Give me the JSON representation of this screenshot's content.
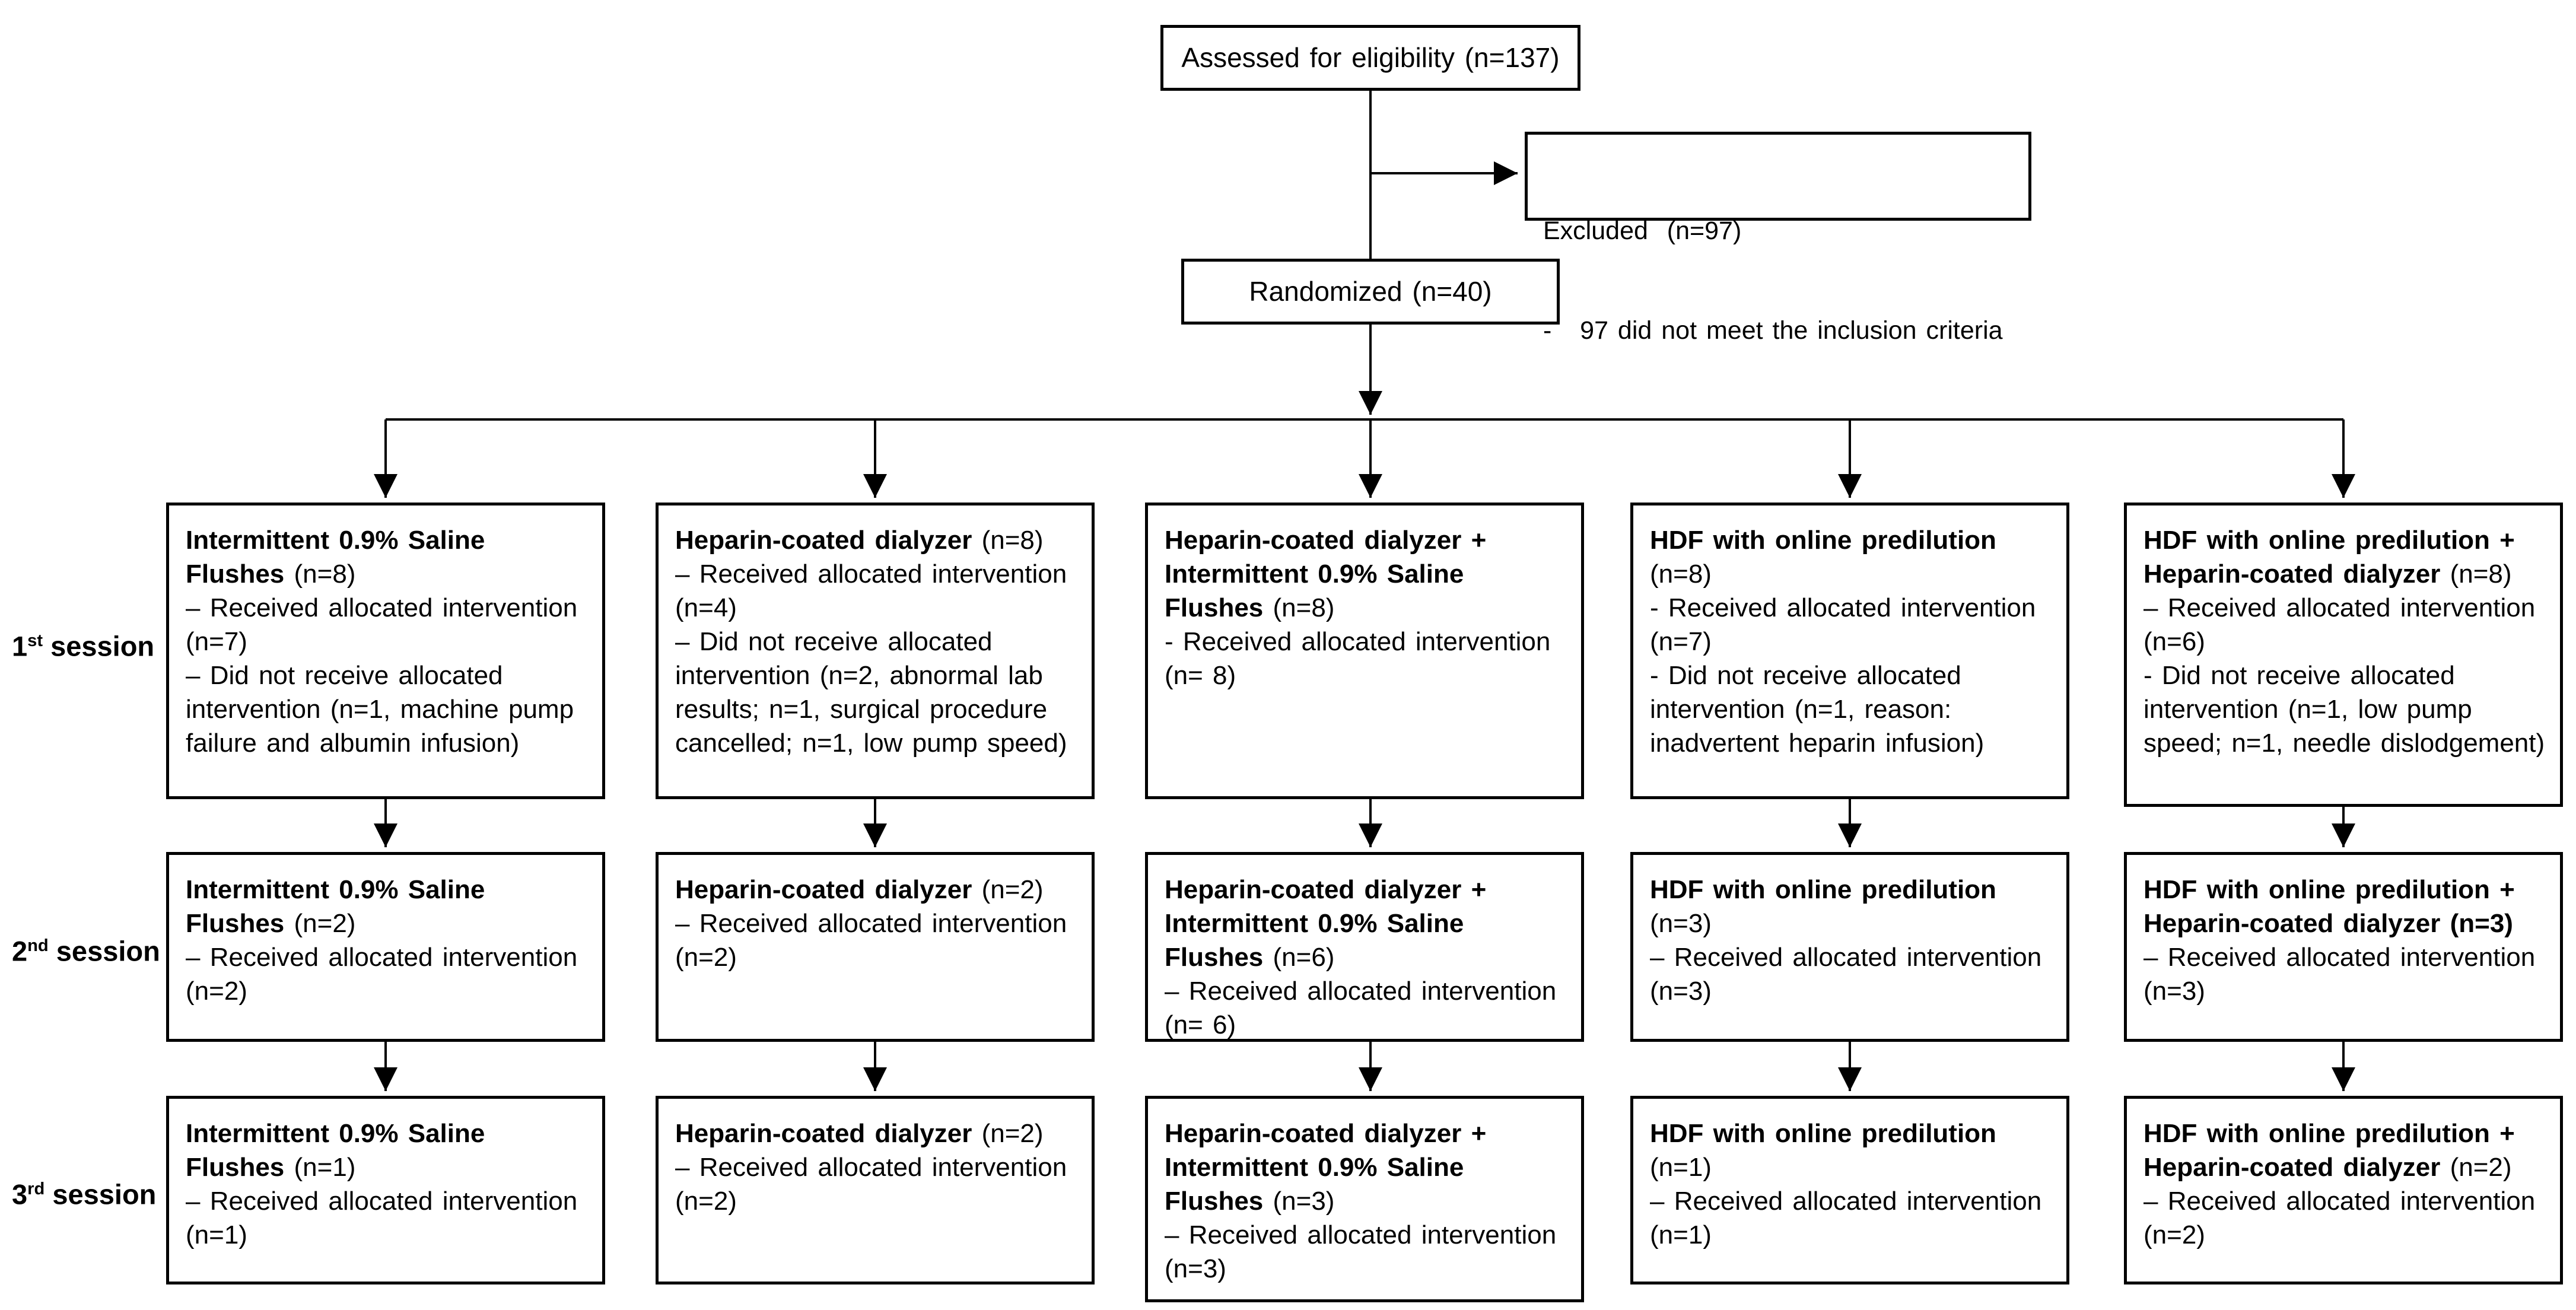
{
  "diagram": {
    "assessed": {
      "label": "Assessed for eligibility (n=137)"
    },
    "excluded": {
      "line1": "Excluded  (n=97)",
      "line2": "-   97 did not meet the inclusion criteria"
    },
    "randomized": {
      "label": "Randomized  (n=40)"
    },
    "session_labels": [
      {
        "num": "1",
        "ordinal": "st",
        "word": " session"
      },
      {
        "num": "2",
        "ordinal": "nd",
        "word": " session"
      },
      {
        "num": "3",
        "ordinal": "rd",
        "word": " session"
      }
    ],
    "arms": [
      {
        "name": "Intermittent 0.9% Saline Flushes",
        "sessions": [
          {
            "title": "Intermittent 0.9% Saline Flushes",
            "n": " (n=8)",
            "bullets": [
              "– Received allocated intervention (n=7)",
              "– Did not receive allocated intervention (n=1, machine pump failure and albumin infusion)"
            ]
          },
          {
            "title": "Intermittent 0.9% Saline Flushes",
            "n": " (n=2)",
            "bullets": [
              "– Received allocated intervention (n=2)"
            ]
          },
          {
            "title": "Intermittent 0.9% Saline Flushes",
            "n": " (n=1)",
            "bullets": [
              "– Received allocated intervention (n=1)"
            ]
          }
        ]
      },
      {
        "name": "Heparin-coated dialyzer",
        "sessions": [
          {
            "title": "Heparin-coated dialyzer",
            "n": " (n=8)",
            "bullets": [
              "– Received allocated intervention (n=4)",
              "– Did not receive allocated intervention (n=2, abnormal lab results; n=1, surgical procedure cancelled; n=1, low pump speed)"
            ]
          },
          {
            "title": "Heparin-coated dialyzer",
            "n": " (n=2)",
            "bullets": [
              "– Received allocated intervention (n=2)"
            ]
          },
          {
            "title": "Heparin-coated dialyzer",
            "n": " (n=2)",
            "bullets": [
              "– Received allocated intervention (n=2)"
            ]
          }
        ]
      },
      {
        "name": "Heparin-coated dialyzer + Intermittent 0.9% Saline Flushes",
        "sessions": [
          {
            "title": "Heparin-coated dialyzer + Intermittent 0.9% Saline Flushes",
            "n": " (n=8)",
            "bullets": [
              "- Received allocated intervention (n= 8)"
            ]
          },
          {
            "title": "Heparin-coated dialyzer + Intermittent 0.9% Saline Flushes",
            "n": " (n=6)",
            "bullets": [
              "– Received allocated intervention (n= 6)"
            ]
          },
          {
            "title": "Heparin-coated dialyzer + Intermittent 0.9% Saline Flushes",
            "n": " (n=3)",
            "bullets": [
              "– Received allocated intervention (n=3)"
            ]
          }
        ]
      },
      {
        "name": "HDF with online predilution",
        "sessions": [
          {
            "title": "HDF with online predilution",
            "n": " (n=8)",
            "bullets": [
              "- Received allocated intervention (n=7)",
              "- Did not receive allocated intervention (n=1, reason: inadvertent heparin infusion)"
            ]
          },
          {
            "title": "HDF with online predilution",
            "n": " (n=3)",
            "bullets": [
              "– Received allocated intervention (n=3)"
            ]
          },
          {
            "title": "HDF with online predilution",
            "n": " (n=1)",
            "bullets": [
              "– Received allocated intervention (n=1)"
            ]
          }
        ]
      },
      {
        "name": "HDF with online predilution + Heparin-coated dialyzer",
        "sessions": [
          {
            "title": "HDF with online predilution + Heparin-coated dialyzer",
            "n": " (n=8)",
            "bullets": [
              "– Received allocated intervention (n=6)",
              "- Did not receive allocated intervention (n=1, low pump speed; n=1, needle dislodgement)"
            ]
          },
          {
            "title": "HDF with online predilution + Heparin-coated dialyzer (n=3)",
            "n": "",
            "bullets": [
              "– Received allocated intervention (n=3)"
            ]
          },
          {
            "title": "HDF with online predilution + Heparin-coated dialyzer",
            "n": " (n=2)",
            "bullets": [
              "– Received allocated intervention (n=2)"
            ]
          }
        ]
      }
    ]
  }
}
